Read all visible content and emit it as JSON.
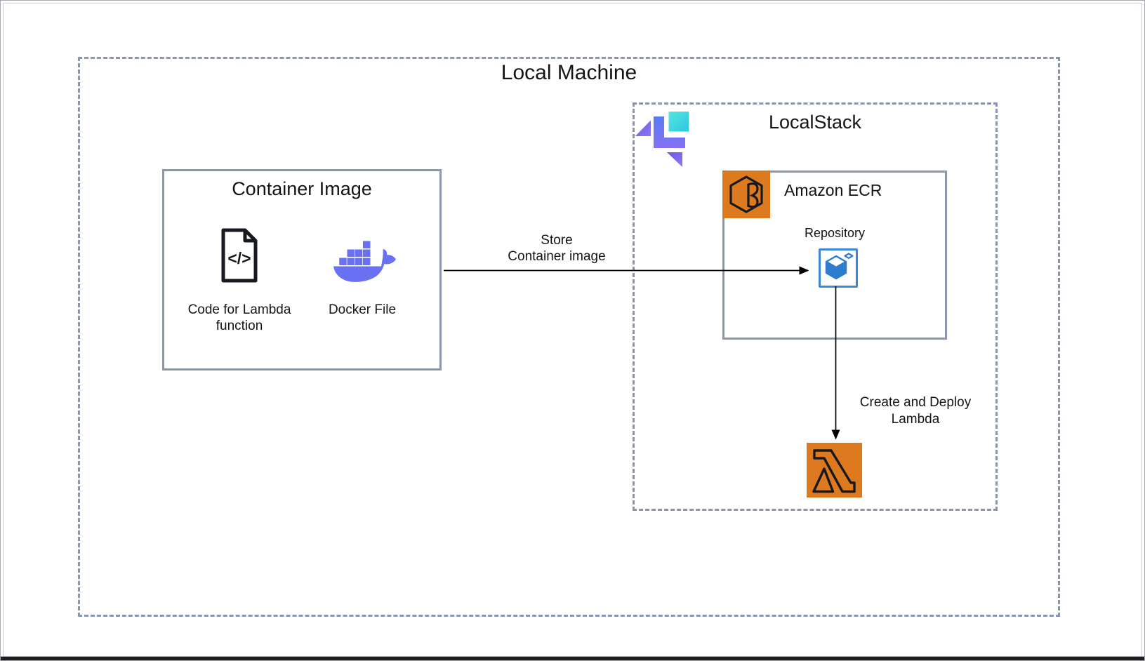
{
  "diagram": {
    "local_machine": {
      "title": "Local Machine"
    },
    "container_image": {
      "title": "Container Image",
      "code_glyph": "</>",
      "code_label": "Code for Lambda\nfunction",
      "docker_label": "Docker File"
    },
    "store_arrow_label": "Store\nContainer image",
    "localstack": {
      "title": "LocalStack",
      "amazon_ecr": {
        "title": "Amazon ECR",
        "repository_label": "Repository"
      },
      "deploy_arrow_label": "Create and Deploy\nLambda"
    }
  },
  "icons": {
    "code_file": "document-with-code-glyph",
    "docker": "docker-whale",
    "localstack": "localstack-logo-mark",
    "amazon_ecr": "ecr-hexagon-cube",
    "repository": "ecr-repository-cube",
    "lambda": "aws-lambda",
    "arrowhead": "black-triangle"
  },
  "colors": {
    "text": "#141414",
    "dashed_border": "#8796AE",
    "solid_border": "#8A97AB",
    "docker_purple": "#6A70F2",
    "aws_orange": "#DD7A1F",
    "icon_outline": "#16191F",
    "repo_blue": "#3E86D8",
    "repo_cube_blue": "#2E7CCE",
    "ls_purple_1": "#6C55E1",
    "ls_purple_2": "#8B7BF3",
    "ls_blue_1": "#587BF5",
    "ls_blue_2": "#8572F2",
    "ls_cyan_1": "#55E6DC",
    "ls_cyan_2": "#2CC7E0",
    "arrow_black": "#000000",
    "frame_gray": "#A9AAAE",
    "bottom_bar": "#1D1D20"
  }
}
